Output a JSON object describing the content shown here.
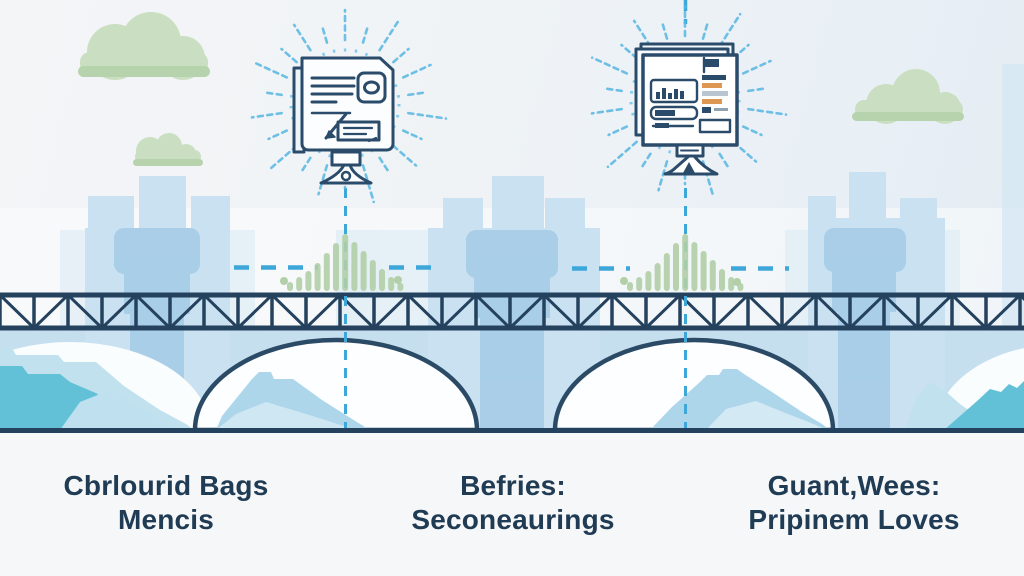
{
  "illustration": {
    "captions": {
      "left": {
        "line1": "Cbrlourid Bags",
        "line2": "Mencis"
      },
      "center": {
        "line1": "Befries:",
        "line2": "Seconeaurings"
      },
      "right": {
        "line1": "Guant,Wees:",
        "line2": "Pripinem Loves"
      }
    },
    "icons": {
      "monitor_left": "document-monitor-icon",
      "monitor_right": "dashboard-monitor-icon",
      "clouds": "cloud-icon",
      "glow": "sunburst-rays-icon",
      "bars": "equalizer-bars",
      "guides": "dashed-guide-line",
      "bridge": "truss-arch-bridge"
    }
  },
  "palette": {
    "ink": "#203b54",
    "navy": "#24415d",
    "outline": "#2b4b6b",
    "dash_blue": "#3ea7da",
    "burst_blue": "#57b6e3",
    "burst_ring": "#85cbec",
    "cloud_green": "#cadfc1",
    "cloud_green_dark": "#b7d3ad",
    "bar_green": "#b2cfa7",
    "tower_blue": "#c9e1f1",
    "pier_blue": "#a8cde6",
    "deck_blue": "#c6dfee",
    "water_teal": "#62c1d6",
    "hill_blue": "#aed6eb",
    "hill_light": "#d3e9f4",
    "accent_orange": "#dd9752"
  }
}
